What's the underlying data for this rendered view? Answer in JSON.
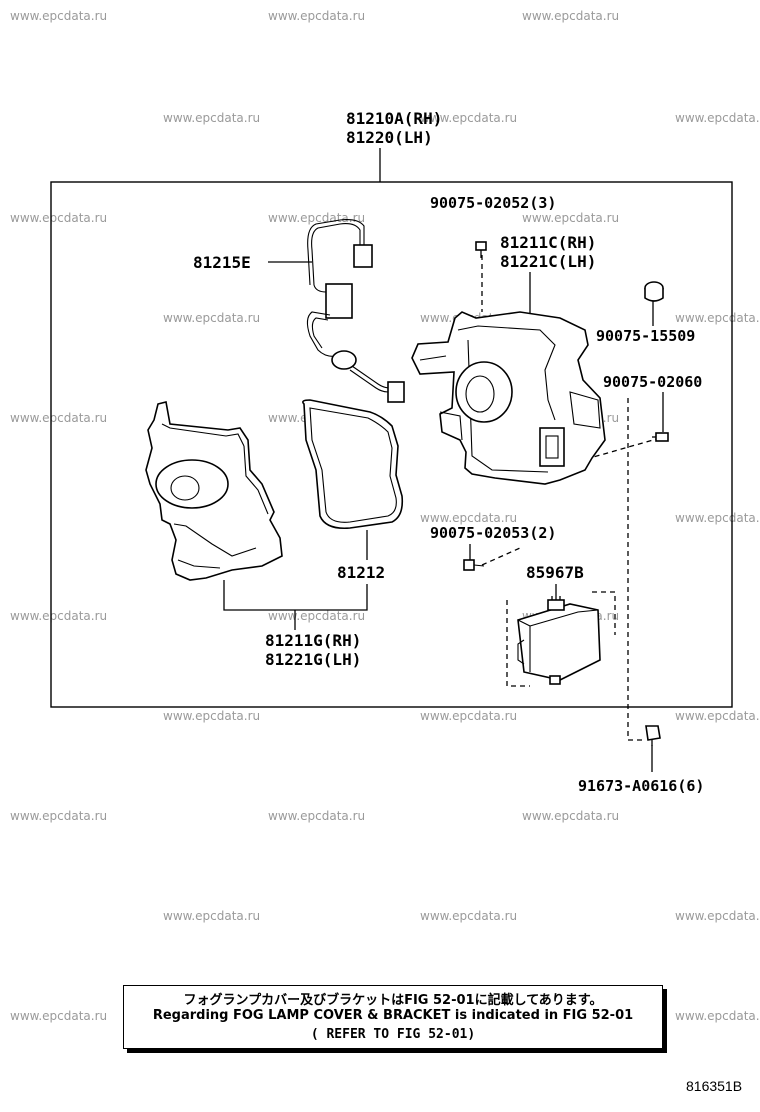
{
  "watermark": "www.epcdata.ru",
  "parts": {
    "assembly_rh": "81210A(RH)",
    "assembly_lh": "81220(LH)",
    "screw_top": "90075-02052(3)",
    "housing_rh": "81211C(RH)",
    "housing_lh": "81221C(LH)",
    "wire": "81215E",
    "grommet": "90075-15509",
    "screw_right": "90075-02060",
    "gasket": "81212",
    "screw_mid": "90075-02053(2)",
    "relay": "85967B",
    "cover_rh": "81211G(RH)",
    "cover_lh": "81221G(LH)",
    "bolt": "91673-A0616(6)"
  },
  "note": {
    "jp": "フォグランプカバー及びブラケットはFIG 52-01に記載してあります。",
    "en": "Regarding FOG LAMP COVER & BRACKET is indicated in FIG 52-01",
    "ref": "( REFER TO FIG 52-01)"
  },
  "figure_code": "816351B"
}
